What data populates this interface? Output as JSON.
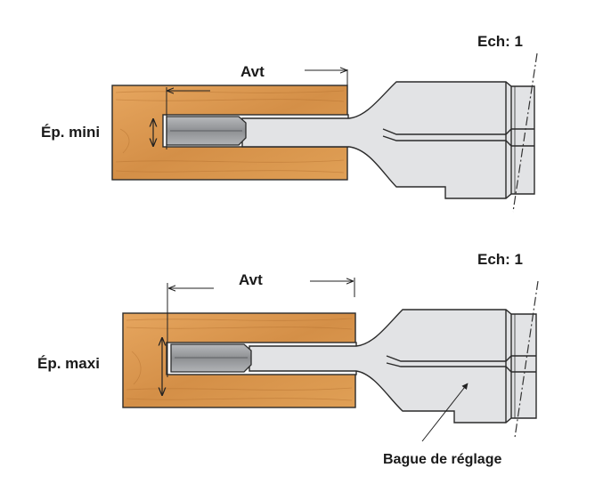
{
  "top_diagram": {
    "scale_label": "Ech: 1",
    "advance_label": "Avt",
    "thickness_label": "Ép. mini"
  },
  "bottom_diagram": {
    "scale_label": "Ech: 1",
    "advance_label": "Avt",
    "thickness_label": "Ép. maxi",
    "callout_label": "Bague de réglage"
  },
  "colors": {
    "wood_light": "#e3a35c",
    "wood_dark": "#c9803a",
    "steel": "#e2e3e5",
    "cutter": "#9a9c9f",
    "outline": "#2b2b2b"
  }
}
